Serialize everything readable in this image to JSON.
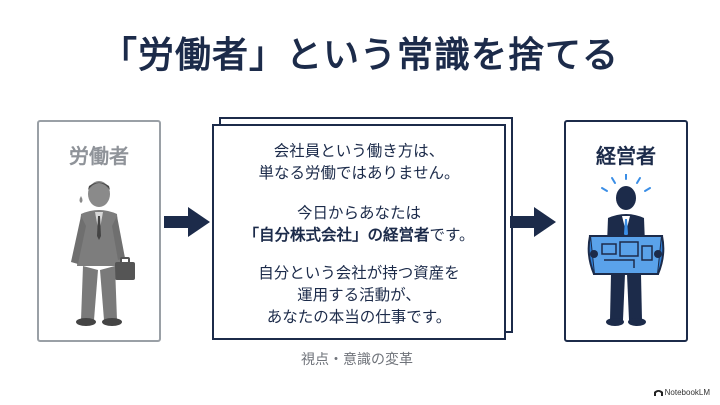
{
  "title": "「労働者」という常識を捨てる",
  "left_box": {
    "label": "労働者"
  },
  "right_box": {
    "label": "経営者"
  },
  "center": {
    "line1": "会社員という働き方は、",
    "line2": "単なる労働ではありません。",
    "line3": "今日からあなたは",
    "line4_hl": "「自分株式会社」の経営者",
    "line4_rest": "です。",
    "line5": "自分という会社が持つ資産を",
    "line6": "運用する活動が、",
    "line7": "あなたの本当の仕事です。"
  },
  "caption": "視点・意識の変革",
  "brand": "NotebookLM",
  "colors": {
    "navy": "#1c2b4a",
    "gray": "#8f9399",
    "accent_blue": "#3a8ee6"
  }
}
